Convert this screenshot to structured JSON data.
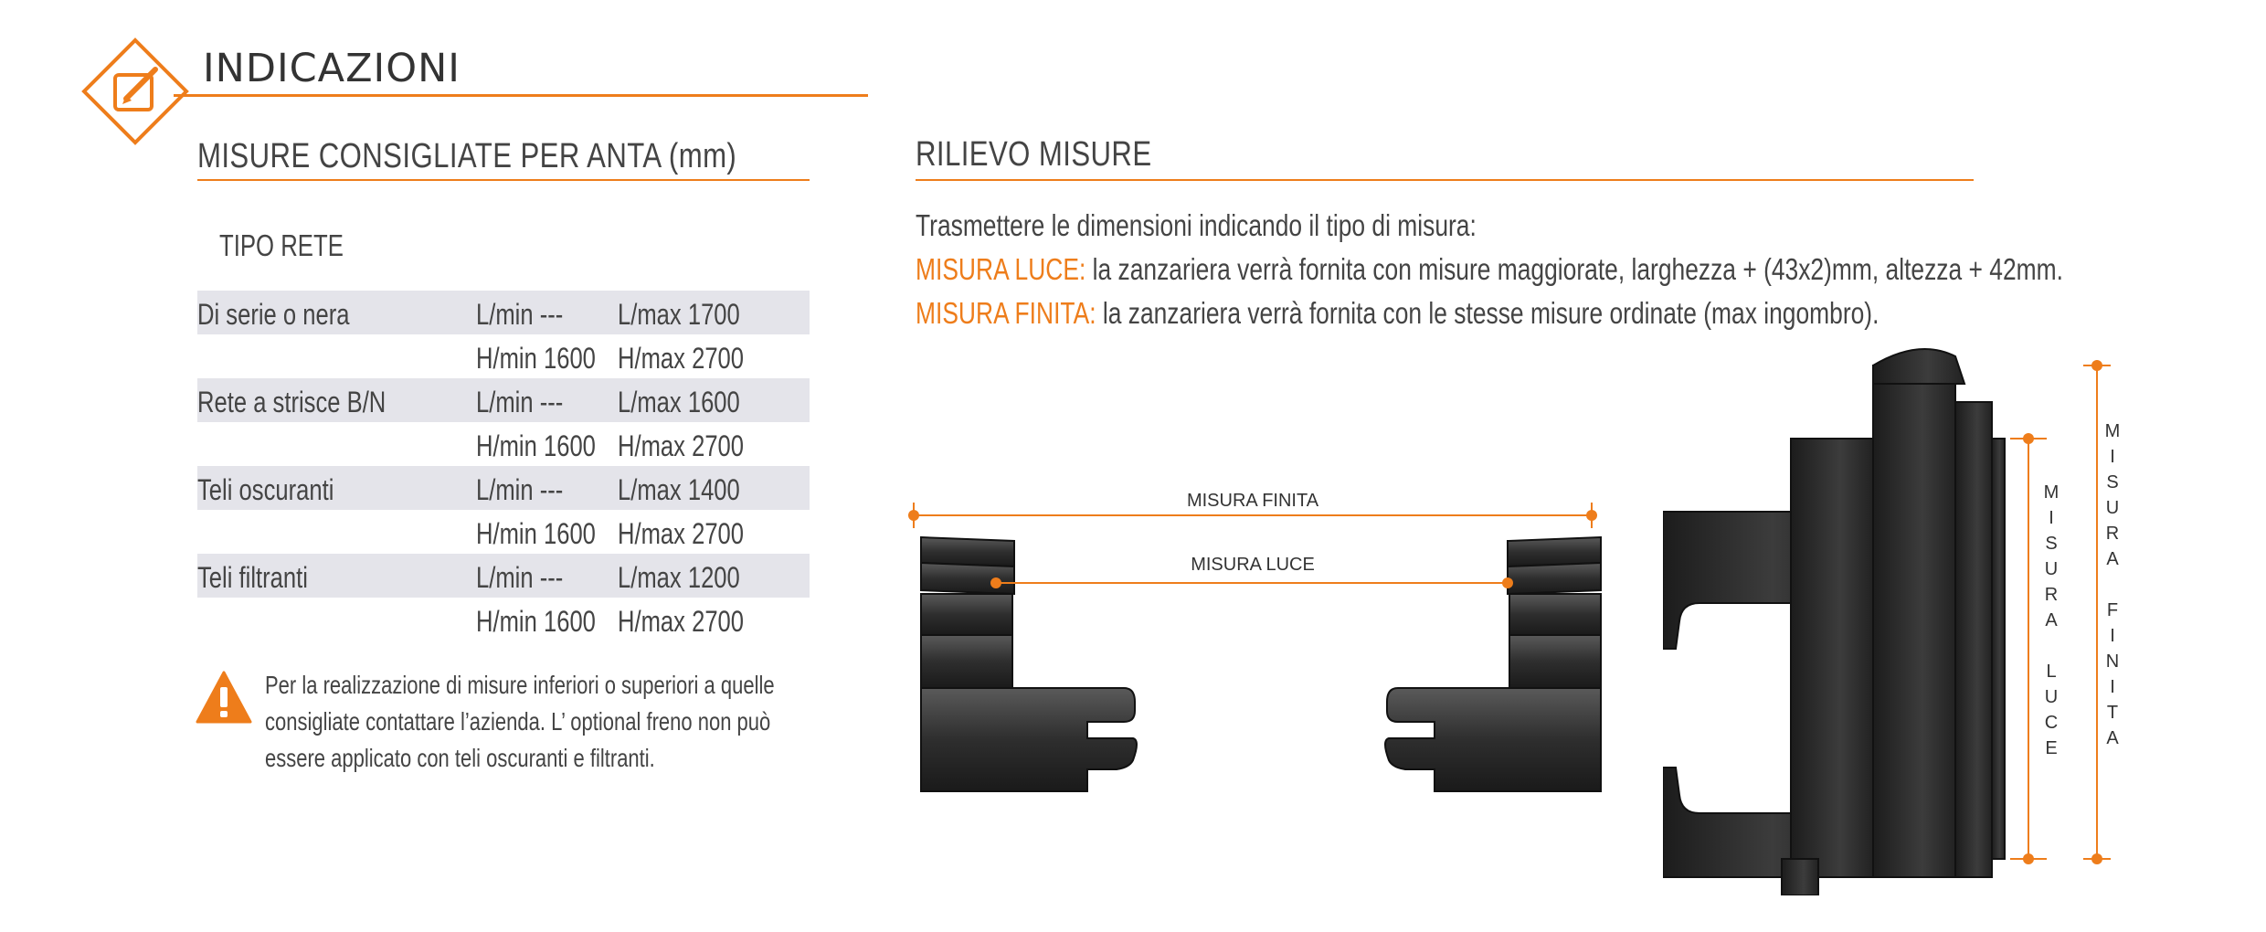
{
  "header": {
    "title": "INDICAZIONI",
    "icon": "pencil-edit-icon"
  },
  "left": {
    "title": "MISURE CONSIGLIATE PER ANTA (mm)",
    "tipo_rete": "TIPO RETE",
    "rows": [
      {
        "name": "Di serie o nera",
        "min": "L/min  ---",
        "max": "L/max 1700"
      },
      {
        "name": "",
        "min": "H/min 1600",
        "max": "H/max 2700"
      },
      {
        "name": "Rete a strisce B/N",
        "min": "L/min  ---",
        "max": "L/max 1600"
      },
      {
        "name": "",
        "min": "H/min 1600",
        "max": "H/max 2700"
      },
      {
        "name": "Teli oscuranti",
        "min": "L/min  ---",
        "max": "L/max 1400"
      },
      {
        "name": "",
        "min": "H/min 1600",
        "max": "H/max 2700"
      },
      {
        "name": "Teli filtranti",
        "min": "L/min  ---",
        "max": "L/max 1200"
      },
      {
        "name": "",
        "min": "H/min 1600",
        "max": "H/max 2700"
      }
    ],
    "warning": {
      "icon": "warning-icon",
      "lines": [
        "Per la realizzazione di misure inferiori o superiori a quelle",
        "consigliate contattare l’azienda. L’ optional freno non può",
        "essere applicato con teli oscuranti e filtranti."
      ]
    }
  },
  "right": {
    "title": "RILIEVO MISURE",
    "intro": "Trasmettere le dimensioni indicando il tipo di misura:",
    "luce_label": "MISURA LUCE:",
    "luce_text": " la zanzariera verrà fornita con misure maggiorate, larghezza + (43x2)mm, altezza + 42mm.",
    "finita_label": "MISURA FINITA:",
    "finita_text": " la zanzariera verrà fornita con le stesse misure ordinate (max ingombro).",
    "diagram": {
      "finita": "MISURA FINITA",
      "luce": "MISURA LUCE",
      "vert_luce": "MISURA LUCE",
      "vert_finita": "MISURA FINITA"
    }
  },
  "colors": {
    "accent": "#ee7d1b",
    "row_shade": "#e4e4ea",
    "profile": "#2a2a2a"
  }
}
